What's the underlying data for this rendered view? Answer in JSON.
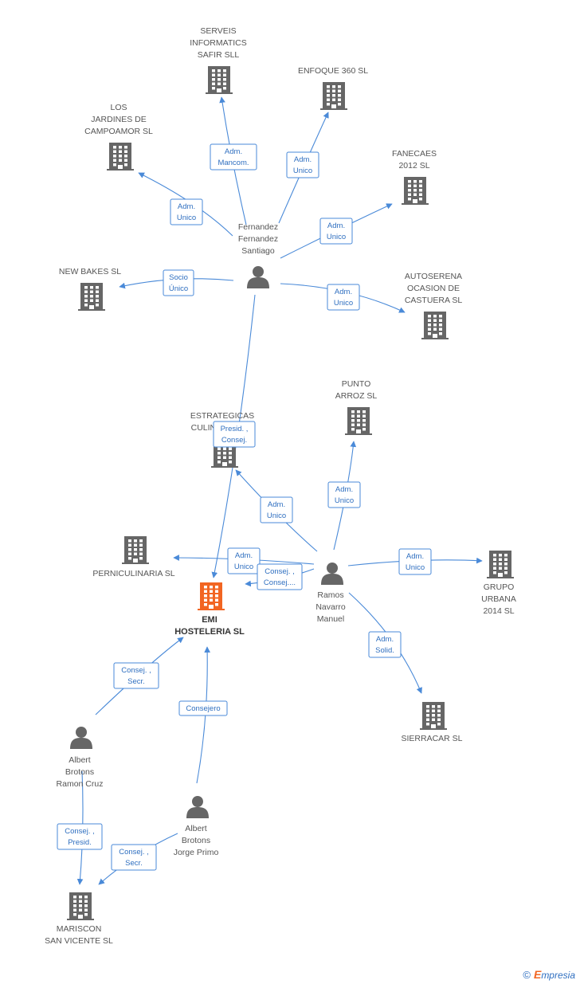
{
  "colors": {
    "edge": "#4a8ad8",
    "node": "#666666",
    "focus": "#f26522",
    "label": "#555555"
  },
  "footer": {
    "copyright": "©",
    "brand_initial": "E",
    "brand_rest": "mpresia"
  },
  "nodes": [
    {
      "id": "serveis",
      "type": "company",
      "icon": "building-icon",
      "label": [
        "SERVEIS",
        "INFORMATICS",
        "SAFIR SLL"
      ]
    },
    {
      "id": "enfoque",
      "type": "company",
      "icon": "building-icon",
      "label": [
        "ENFOQUE 360 SL"
      ]
    },
    {
      "id": "jardines",
      "type": "company",
      "icon": "building-icon",
      "label": [
        "LOS",
        "JARDINES DE",
        "CAMPOAMOR SL"
      ]
    },
    {
      "id": "fanecaes",
      "type": "company",
      "icon": "building-icon",
      "label": [
        "FANECAES",
        "2012 SL"
      ]
    },
    {
      "id": "fernandez",
      "type": "person",
      "icon": "person-icon",
      "label": [
        "Fernandez",
        "Fernandez",
        "Santiago"
      ]
    },
    {
      "id": "newbakes",
      "type": "company",
      "icon": "building-icon",
      "label": [
        "NEW BAKES  SL"
      ]
    },
    {
      "id": "autoserena",
      "type": "company",
      "icon": "building-icon",
      "label": [
        "AUTOSERENA",
        "OCASION DE",
        "CASTUERA SL"
      ]
    },
    {
      "id": "punto",
      "type": "company",
      "icon": "building-icon",
      "label": [
        "PUNTO",
        "ARROZ SL"
      ]
    },
    {
      "id": "estrategicas",
      "type": "company",
      "icon": "building-icon",
      "label": [
        "ESTRATEGICAS",
        "CULINARIAS SL"
      ]
    },
    {
      "id": "perniculinaria",
      "type": "company",
      "icon": "building-icon",
      "label": [
        "PERNICULINARIA SL"
      ]
    },
    {
      "id": "ramos",
      "type": "person",
      "icon": "person-icon",
      "label": [
        "Ramos",
        "Navarro",
        "Manuel"
      ]
    },
    {
      "id": "grupo",
      "type": "company",
      "icon": "building-icon",
      "label": [
        "GRUPO",
        "URBANA",
        "2014  SL"
      ]
    },
    {
      "id": "emi",
      "type": "focus",
      "icon": "building-icon",
      "label": [
        "EMI",
        "HOSTELERIA SL"
      ]
    },
    {
      "id": "sierracar",
      "type": "company",
      "icon": "building-icon",
      "label": [
        "SIERRACAR SL"
      ]
    },
    {
      "id": "albert_ramon",
      "type": "person",
      "icon": "person-icon",
      "label": [
        "Albert",
        "Brotons",
        "Ramon Cruz"
      ]
    },
    {
      "id": "albert_jorge",
      "type": "person",
      "icon": "person-icon",
      "label": [
        "Albert",
        "Brotons",
        "Jorge Primo"
      ]
    },
    {
      "id": "mariscon",
      "type": "company",
      "icon": "building-icon",
      "label": [
        "MARISCON",
        "SAN VICENTE SL"
      ]
    }
  ],
  "edges": [
    {
      "from": "fernandez",
      "to": "serveis",
      "label": [
        "Adm.",
        "Mancom."
      ]
    },
    {
      "from": "fernandez",
      "to": "enfoque",
      "label": [
        "Adm.",
        "Unico"
      ]
    },
    {
      "from": "fernandez",
      "to": "jardines",
      "label": [
        "Adm.",
        "Unico"
      ]
    },
    {
      "from": "fernandez",
      "to": "fanecaes",
      "label": [
        "Adm.",
        "Unico"
      ]
    },
    {
      "from": "fernandez",
      "to": "newbakes",
      "label": [
        "Socio",
        "Único"
      ]
    },
    {
      "from": "fernandez",
      "to": "autoserena",
      "label": [
        "Adm.",
        "Unico"
      ]
    },
    {
      "from": "fernandez",
      "to": "emi",
      "label": [
        "Presid. ,",
        "Consej."
      ]
    },
    {
      "from": "ramos",
      "to": "punto",
      "label": [
        "Adm.",
        "Unico"
      ]
    },
    {
      "from": "ramos",
      "to": "estrategicas",
      "label": [
        "Adm.",
        "Unico"
      ]
    },
    {
      "from": "ramos",
      "to": "perniculinaria",
      "label": [
        "Adm.",
        "Unico"
      ]
    },
    {
      "from": "ramos",
      "to": "emi",
      "label": [
        "Consej. ,",
        "Consej...."
      ]
    },
    {
      "from": "ramos",
      "to": "grupo",
      "label": [
        "Adm.",
        "Unico"
      ]
    },
    {
      "from": "ramos",
      "to": "sierracar",
      "label": [
        "Adm.",
        "Solid."
      ]
    },
    {
      "from": "albert_ramon",
      "to": "emi",
      "label": [
        "Consej. ,",
        "Secr."
      ]
    },
    {
      "from": "albert_jorge",
      "to": "emi",
      "label": [
        "Consejero"
      ]
    },
    {
      "from": "albert_ramon",
      "to": "mariscon",
      "label": [
        "Consej. ,",
        "Presid."
      ]
    },
    {
      "from": "albert_jorge",
      "to": "mariscon",
      "label": [
        "Consej. ,",
        "Secr."
      ]
    }
  ]
}
